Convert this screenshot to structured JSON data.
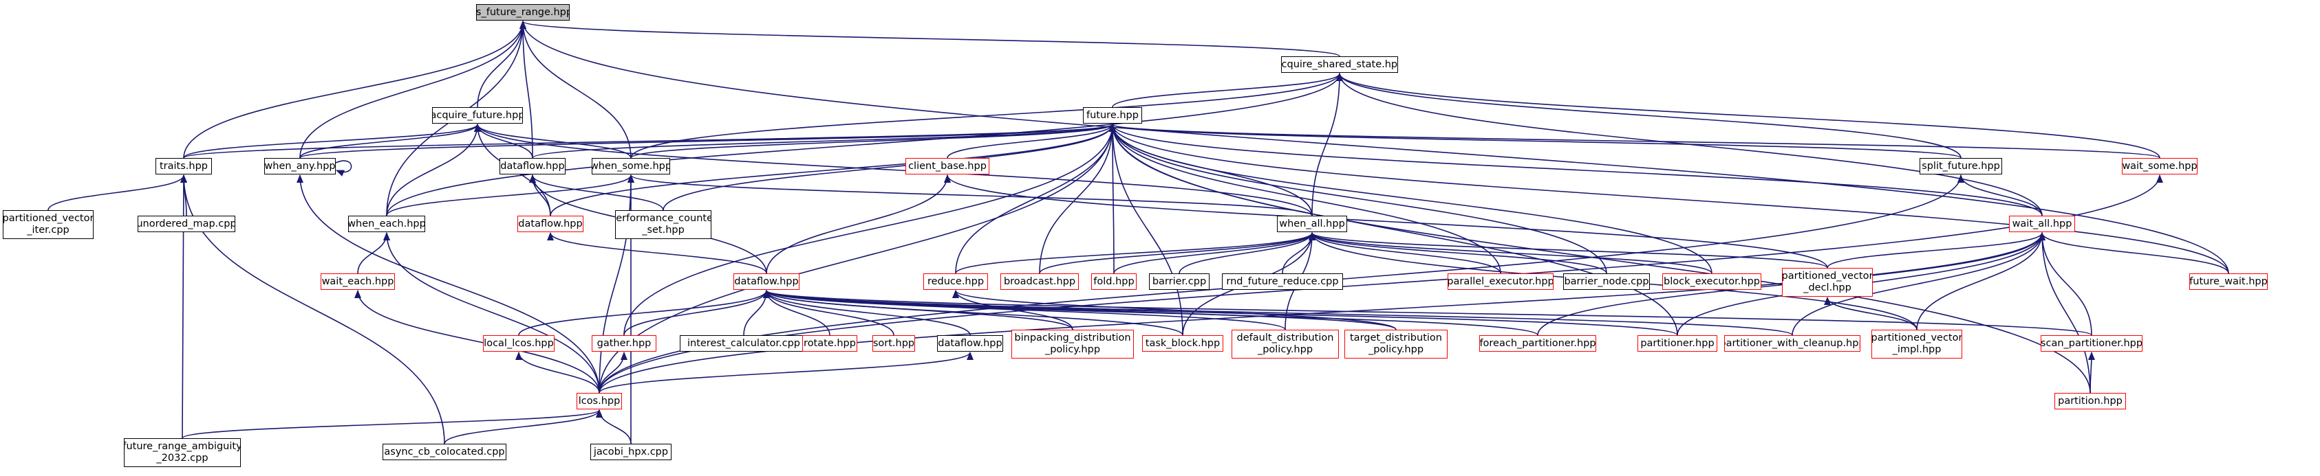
{
  "graph": {
    "colors": {
      "edge": "#191970",
      "node_border": "#000000",
      "link_node_border": "#ff0000",
      "root_fill": "#bfbfbf",
      "background": "#ffffff"
    },
    "nodes": {
      "is_future_range": {
        "label": "is_future_range.hpp",
        "root": true
      },
      "acquire_shared_state": {
        "label": "acquire_shared_state.hpp"
      },
      "acquire_future": {
        "label": "acquire_future.hpp"
      },
      "future": {
        "label": "future.hpp"
      },
      "traits": {
        "label": "traits.hpp"
      },
      "when_any": {
        "label": "when_any.hpp"
      },
      "dataflow1": {
        "label": "dataflow.hpp"
      },
      "when_some": {
        "label": "when_some.hpp"
      },
      "client_base": {
        "label": "client_base.hpp",
        "red": true
      },
      "split_future": {
        "label": "split_future.hpp"
      },
      "wait_some": {
        "label": "wait_some.hpp",
        "red": true
      },
      "partitioned_vector_iter": {
        "label": "partitioned_vector\n_iter.cpp"
      },
      "unordered_map": {
        "label": "unordered_map.cpp"
      },
      "when_each": {
        "label": "when_each.hpp"
      },
      "dataflow_red1": {
        "label": "dataflow.hpp",
        "red": true
      },
      "performance_counter_set": {
        "label": "performance_counter\n_set.hpp"
      },
      "when_all": {
        "label": "when_all.hpp"
      },
      "wait_all": {
        "label": "wait_all.hpp",
        "red": true
      },
      "wait_each": {
        "label": "wait_each.hpp",
        "red": true
      },
      "dataflow_red2": {
        "label": "dataflow.hpp",
        "red": true
      },
      "reduce": {
        "label": "reduce.hpp",
        "red": true
      },
      "broadcast": {
        "label": "broadcast.hpp",
        "red": true
      },
      "fold": {
        "label": "fold.hpp",
        "red": true
      },
      "barrier_cpp": {
        "label": "barrier.cpp"
      },
      "rnd_future_reduce": {
        "label": "rnd_future_reduce.cpp"
      },
      "parallel_executor": {
        "label": "parallel_executor.hpp",
        "red": true
      },
      "barrier_node": {
        "label": "barrier_node.cpp"
      },
      "block_executor": {
        "label": "block_executor.hpp",
        "red": true
      },
      "partitioned_vector_decl": {
        "label": "partitioned_vector\n_decl.hpp",
        "red": true
      },
      "future_wait": {
        "label": "future_wait.hpp",
        "red": true
      },
      "local_lcos": {
        "label": "local_lcos.hpp",
        "red": true
      },
      "gather": {
        "label": "gather.hpp",
        "red": true
      },
      "interest_calculator": {
        "label": "interest_calculator.cpp"
      },
      "rotate": {
        "label": "rotate.hpp",
        "red": true
      },
      "sort": {
        "label": "sort.hpp",
        "red": true
      },
      "dataflow_black": {
        "label": "dataflow.hpp"
      },
      "binpacking": {
        "label": "binpacking_distribution\n_policy.hpp",
        "red": true
      },
      "task_block": {
        "label": "task_block.hpp",
        "red": true
      },
      "default_distribution": {
        "label": "default_distribution\n_policy.hpp",
        "red": true
      },
      "target_distribution": {
        "label": "target_distribution\n_policy.hpp",
        "red": true
      },
      "foreach_partitioner": {
        "label": "foreach_partitioner.hpp",
        "red": true
      },
      "partitioner": {
        "label": "partitioner.hpp",
        "red": true
      },
      "partitioner_cleanup": {
        "label": "partitioner_with_cleanup.hpp",
        "red": true
      },
      "partitioned_vector_impl": {
        "label": "partitioned_vector\n_impl.hpp",
        "red": true
      },
      "scan_partitioner": {
        "label": "scan_partitioner.hpp",
        "red": true
      },
      "lcos": {
        "label": "lcos.hpp",
        "red": true
      },
      "partition": {
        "label": "partition.hpp",
        "red": true
      },
      "future_range_ambiguity": {
        "label": "future_range_ambiguity\n_2032.cpp"
      },
      "async_cb_colocated": {
        "label": "async_cb_colocated.cpp"
      },
      "jacobi_hpx": {
        "label": "jacobi_hpx.cpp"
      }
    }
  }
}
